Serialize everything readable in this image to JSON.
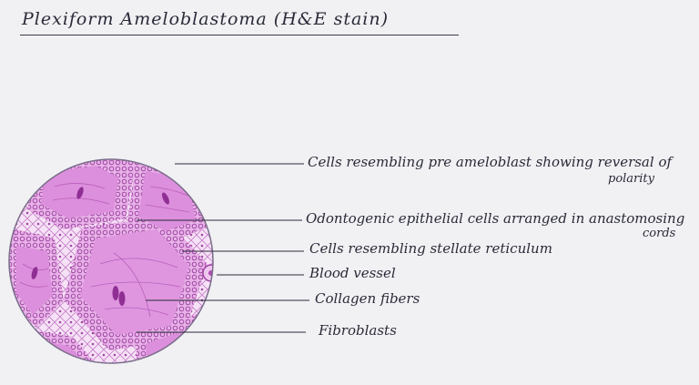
{
  "title": "Plexiform Ameloblastoma (H&E stain)",
  "labels": [
    {
      "id": "preameloblast",
      "line1": "Cells resembling pre ameloblast showing reversal of",
      "line2": "polarity"
    },
    {
      "id": "odontogenic",
      "line1": "Odontogenic epithelial cells arranged in anastomosing",
      "line2": "cords"
    },
    {
      "id": "stellate",
      "line1": "Cells resembling stellate reticulum"
    },
    {
      "id": "blood-vessel",
      "line1": "Blood vessel"
    },
    {
      "id": "collagen",
      "line1": "Collagen fibers"
    },
    {
      "id": "fibroblasts",
      "line1": "Fibroblasts"
    }
  ],
  "colors": {
    "stain_light": "#efc6ef",
    "stain_mid": "#dc8fdc",
    "stain_dark": "#b04ab4",
    "ink": "#2a2a38",
    "paper": "#f1f1f4"
  }
}
